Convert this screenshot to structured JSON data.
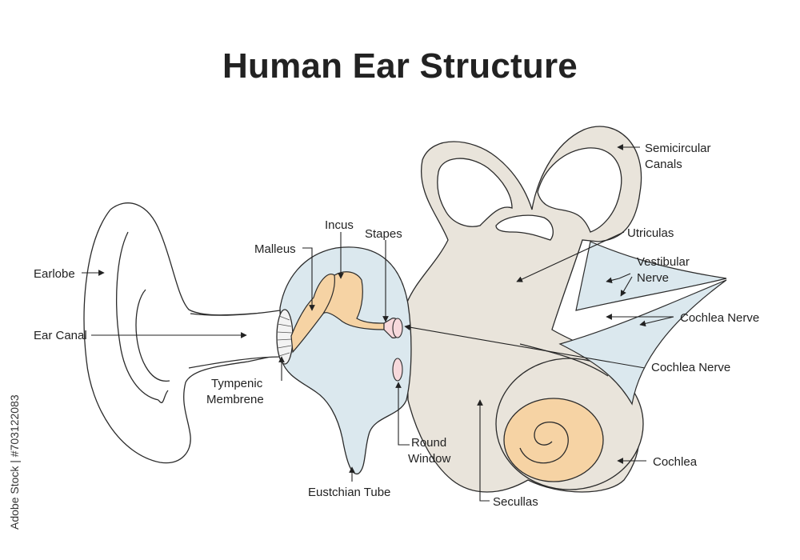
{
  "title": "Human Ear Structure",
  "stock_id": "Adobe Stock | #703122083",
  "labels": {
    "earlobe": "Earlobe",
    "ear_canal": "Ear Canal",
    "malleus": "Malleus",
    "incus": "Incus",
    "stapes": "Stapes",
    "tympanic_line1": "Tympenic",
    "tympanic_line2": "Membrene",
    "round_window_line1": "Round",
    "round_window_line2": "Window",
    "eustachian_tube": "Eustchian Tube",
    "semicircular_line1": "Semicircular",
    "semicircular_line2": "Canals",
    "utriculus": "Utriculas",
    "vestibular_line1": "Vestibular",
    "vestibular_line2": "Nerve",
    "cochlea_nerve_1": "Cochlea Nerve",
    "cochlea_nerve_2": "Cochlea Nerve",
    "cochlea": "Cochlea",
    "sacculus": "Secullas"
  },
  "colors": {
    "middle_ear": "#dbe8ee",
    "inner_ear": "#e9e4db",
    "ossicles": "#f6d3a4",
    "cochlea_core": "#f6d3a4",
    "windows": "#f7d9dc",
    "outline": "#2b2b2b"
  }
}
